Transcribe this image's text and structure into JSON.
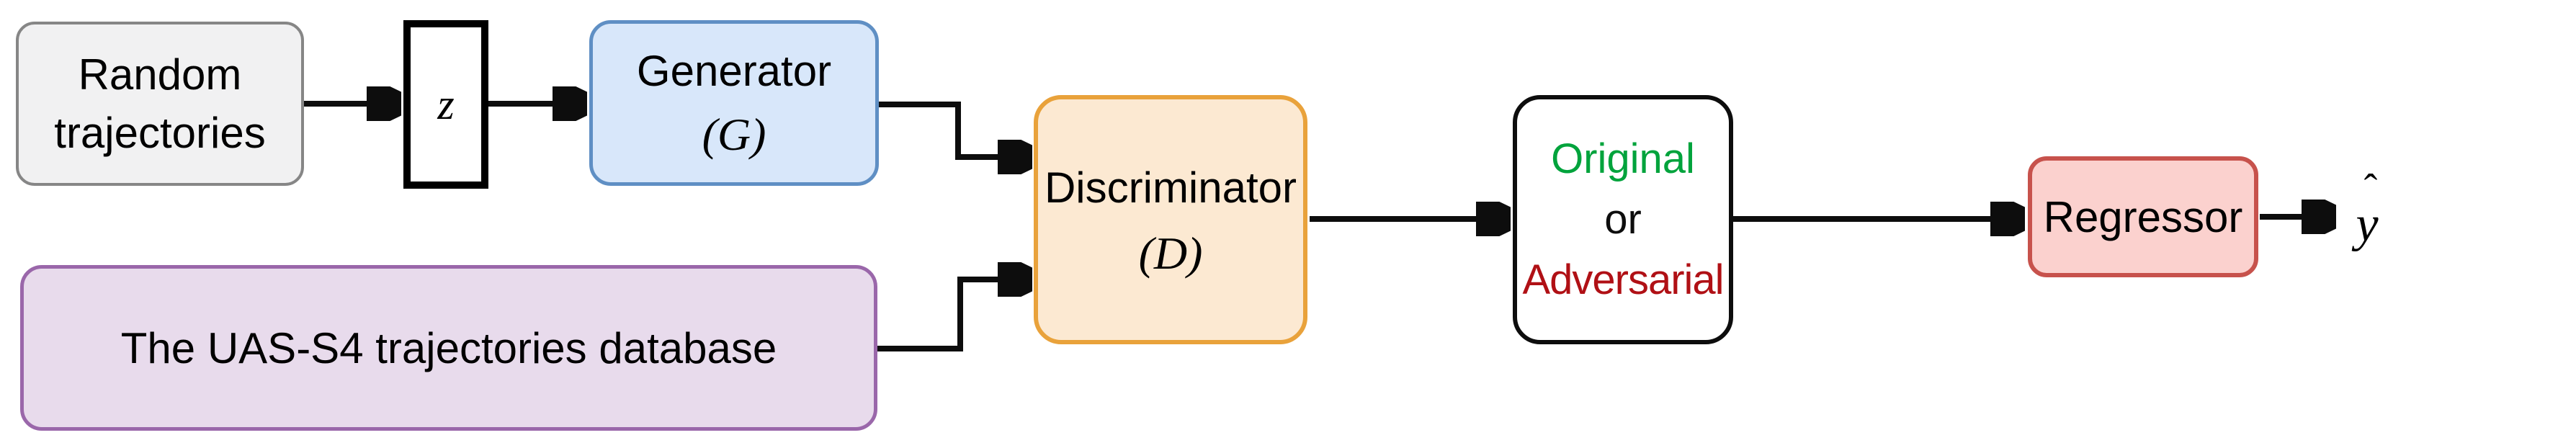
{
  "theme": {
    "line-color": "#0d0d0d",
    "text-color": "#000000",
    "random-fill": "#f1f1f2",
    "random-border": "#868686",
    "z-fill": "#ffffff",
    "z-border": "#000000",
    "generator-fill": "#d8e7fa",
    "generator-border": "#5f8fc4",
    "database-fill": "#e8dbec",
    "database-border": "#9a67aa",
    "discriminator-fill": "#fce9d2",
    "discriminator-border": "#e9a23b",
    "decision-fill": "#ffffff",
    "decision-border": "#0d0d0d",
    "regressor-fill": "#fbd1ce",
    "regressor-border": "#c7524c",
    "original-color": "#00a33c",
    "or-color": "#0d0d0d",
    "adversarial-color": "#b01015"
  },
  "nodes": {
    "random": {
      "label": "Random trajectories"
    },
    "z": {
      "label": "z"
    },
    "generator": {
      "label": "Generator",
      "symbol": "(G)"
    },
    "database": {
      "label": "The UAS-S4 trajectories database"
    },
    "discriminator": {
      "label": "Discriminator",
      "symbol": "(D)"
    },
    "decision": {
      "option_a": "Original",
      "conjunction": "or",
      "option_b": "Adversarial"
    },
    "regressor": {
      "label": "Regressor"
    },
    "output": {
      "hat": "ˆ",
      "base": "y"
    }
  }
}
